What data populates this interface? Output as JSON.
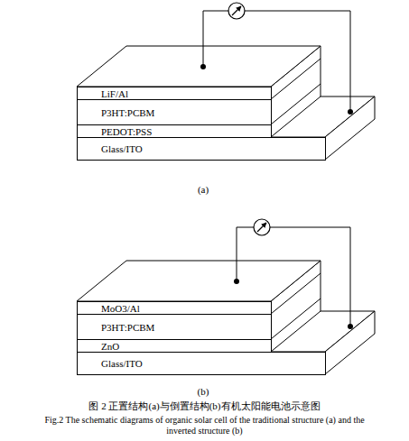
{
  "diagram": {
    "caption": "图 2    正置结构(a)与倒置结构(b)有机太阳能电池示意图",
    "nodes": [
      {
        "text": [
          "LiF/Al"
        ]
      },
      {
        "text": [
          "P3HT:PCBM"
        ]
      },
      {
        "text": [
          "PEDOT:PSS"
        ]
      },
      {
        "text": [
          "Glass/ITO"
        ]
      },
      {
        "text": [
          "MoO3/Al"
        ]
      },
      {
        "text": [
          "P3HT:PCBM"
        ]
      },
      {
        "text": [
          "ZnO"
        ]
      },
      {
        "text": [
          "Glass/ITO"
        ]
      }
    ],
    "labels": [
      "(a)",
      "(b)",
      "Fig.2    The schematic diagrams of organic solar cell of the traditional structure (a) and the inverted structure (b)"
    ]
  }
}
